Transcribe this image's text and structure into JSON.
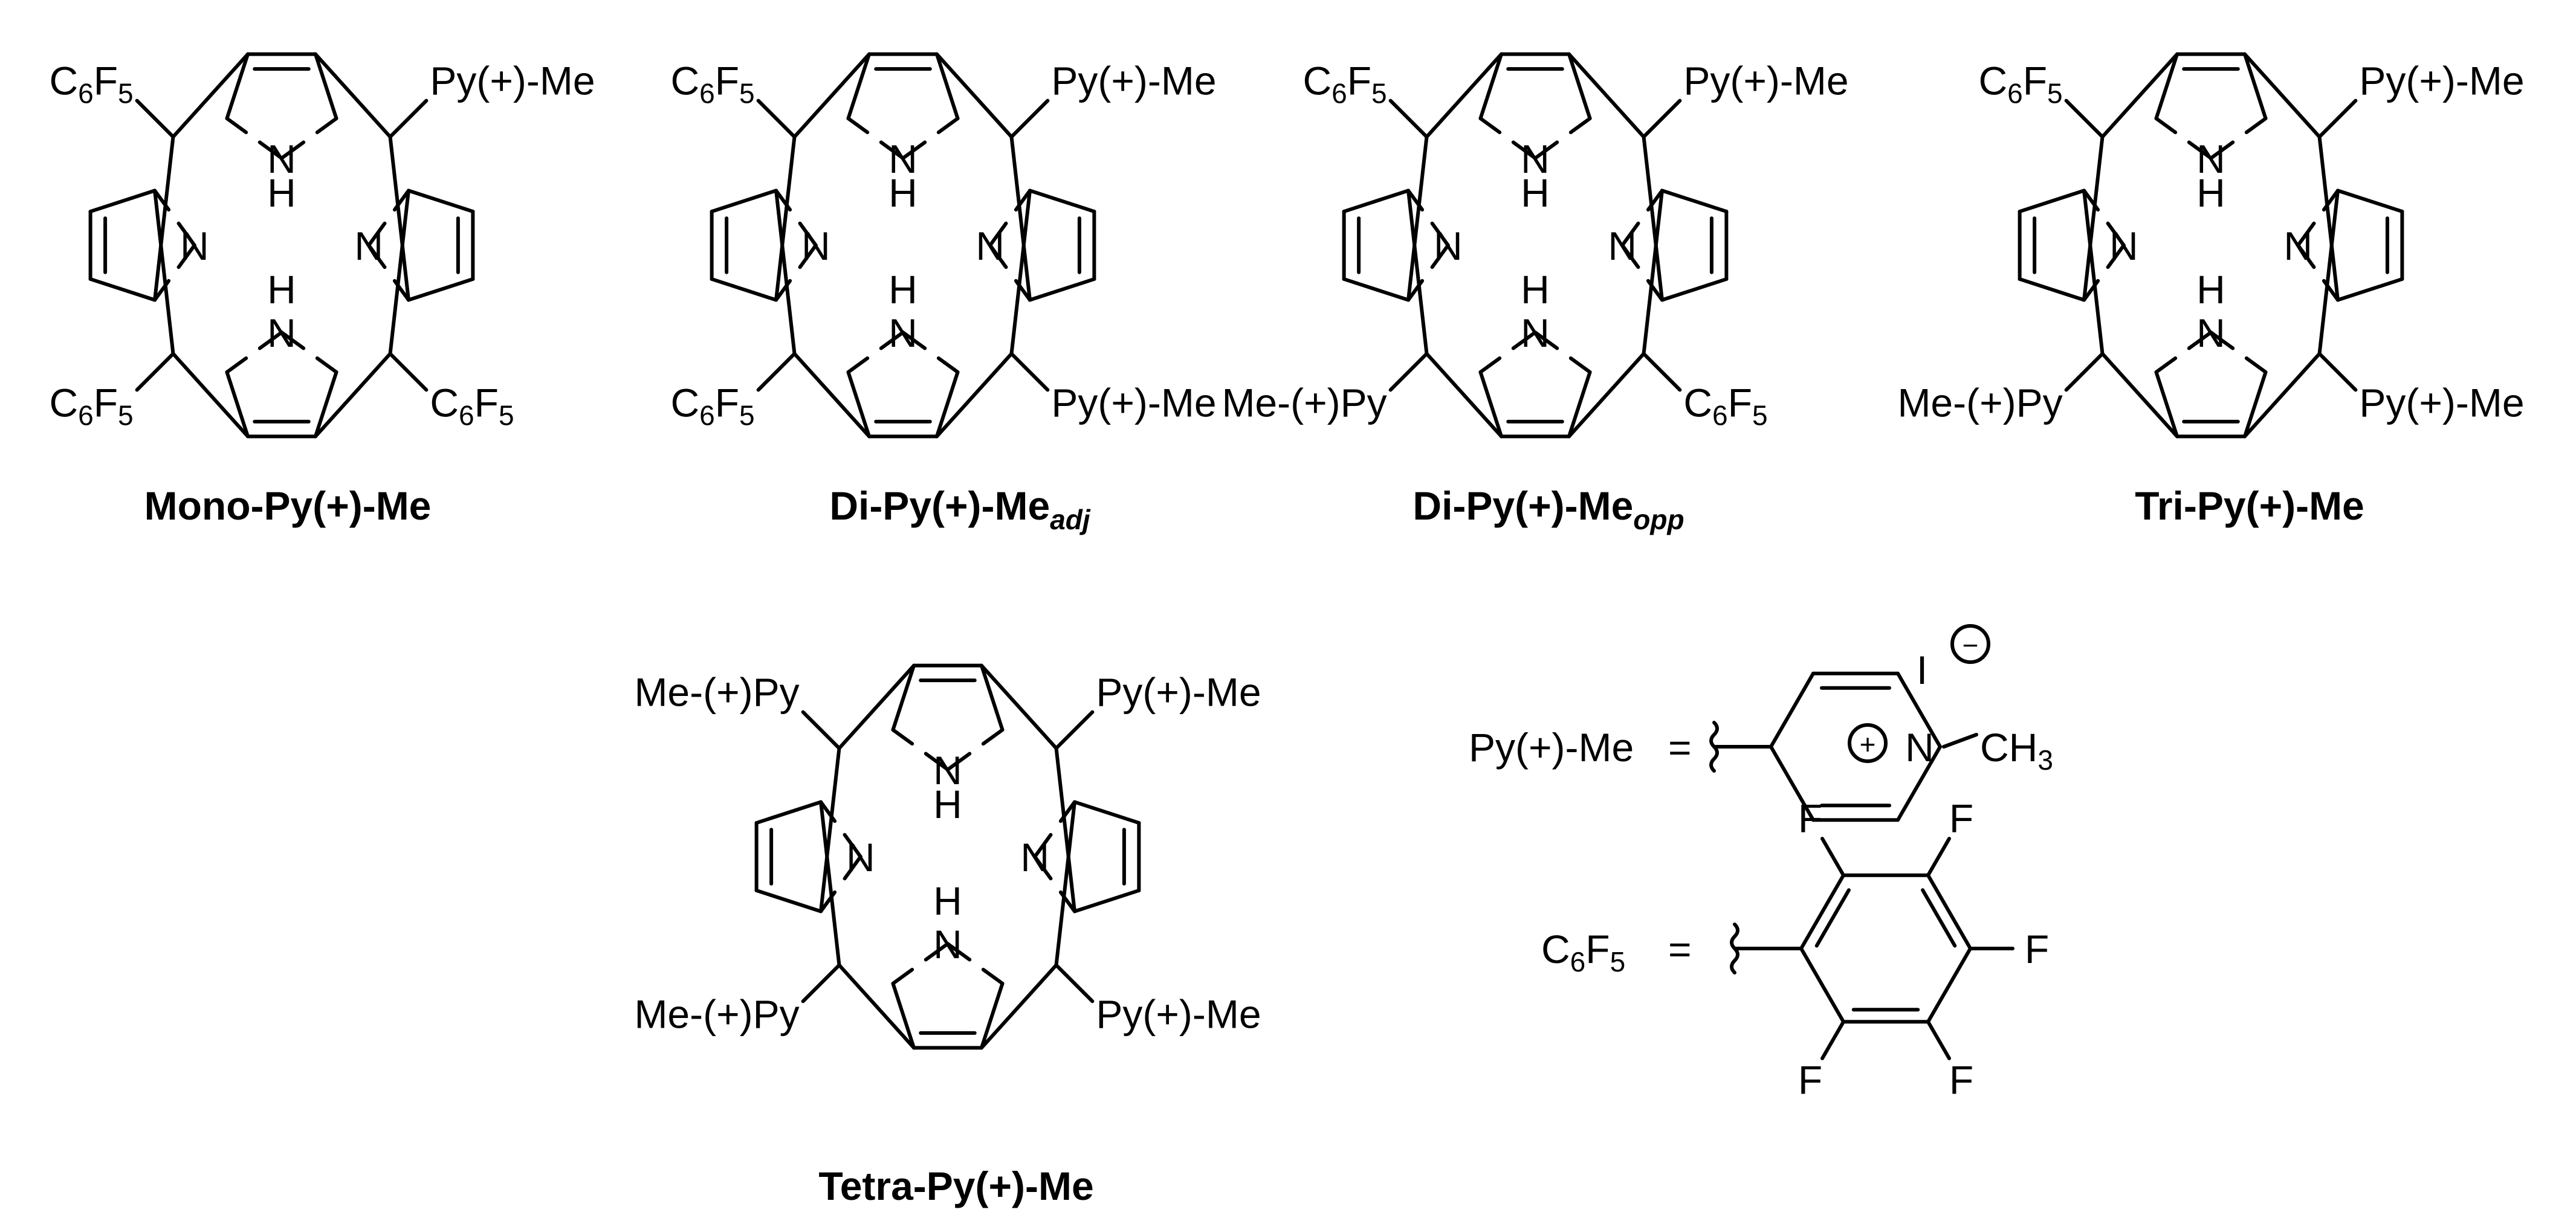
{
  "groups": {
    "py": "Py(+)-Me",
    "py_left": "Me-(+)Py",
    "c6": "C",
    "c6_sub": "6",
    "f": "F",
    "f_sub": "5",
    "c6f5": "C6F5"
  },
  "atoms": {
    "n": "N",
    "h": "H",
    "f": "F",
    "iodide": "I",
    "ch": "CH",
    "ch_sub": "3",
    "minus": "−",
    "plus": "+"
  },
  "legend": {
    "py_label": "Py(+)-Me",
    "equals": "="
  },
  "molecules": [
    {
      "name": "Mono-Py(+)-Me",
      "suffix": "",
      "substituents": [
        "c6f5",
        "py",
        "c6f5",
        "c6f5"
      ]
    },
    {
      "name": "Di-Py(+)-Me",
      "suffix": "adj",
      "substituents": [
        "c6f5",
        "py",
        "c6f5",
        "py"
      ]
    },
    {
      "name": "Di-Py(+)-Me",
      "suffix": "opp",
      "substituents": [
        "c6f5",
        "py",
        "py",
        "c6f5"
      ]
    },
    {
      "name": "Tri-Py(+)-Me",
      "suffix": "",
      "substituents": [
        "c6f5",
        "py",
        "py",
        "py"
      ]
    },
    {
      "name": "Tetra-Py(+)-Me",
      "suffix": "",
      "substituents": [
        "py",
        "py",
        "py",
        "py"
      ]
    }
  ]
}
